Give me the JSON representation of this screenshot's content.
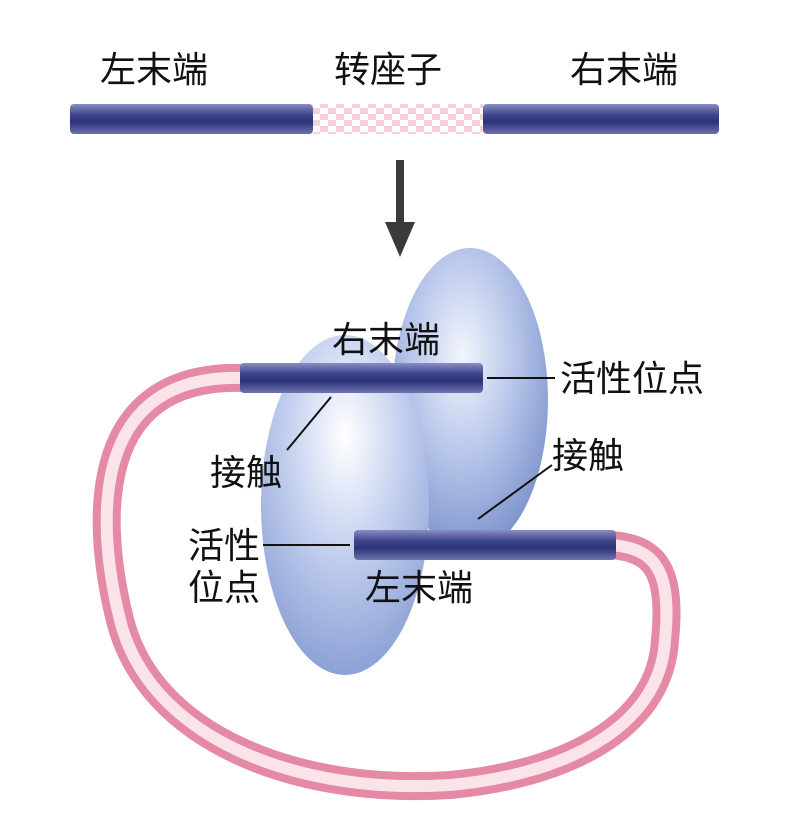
{
  "top": {
    "left_end": "左末端",
    "transposon": "转座子",
    "right_end": "右末端"
  },
  "bottom": {
    "right_end": "右末端",
    "active_site_right": "活性位点",
    "contact_left": "接触",
    "contact_right": "接触",
    "active_site_left_line1": "活性",
    "active_site_left_line2": "位点",
    "left_end": "左末端"
  },
  "colors": {
    "dna_blue": "#4a5296",
    "transposon_pink": "#e8879f",
    "protein_blue": "#8aa3d8",
    "arrow": "#3a3a3a"
  }
}
